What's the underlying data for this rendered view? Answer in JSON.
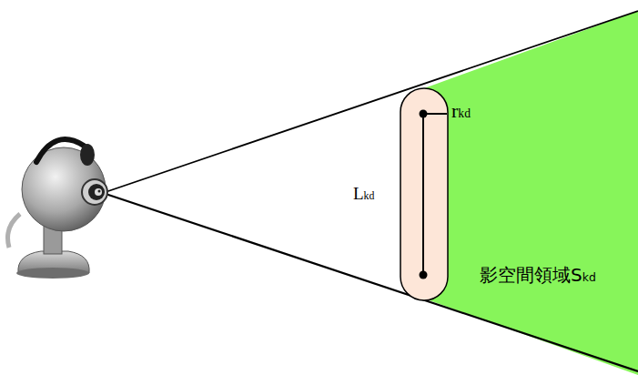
{
  "diagram": {
    "labels": [
      "r",
      "kd",
      "L",
      "kd",
      "影空間領域S",
      "kd"
    ]
  }
}
